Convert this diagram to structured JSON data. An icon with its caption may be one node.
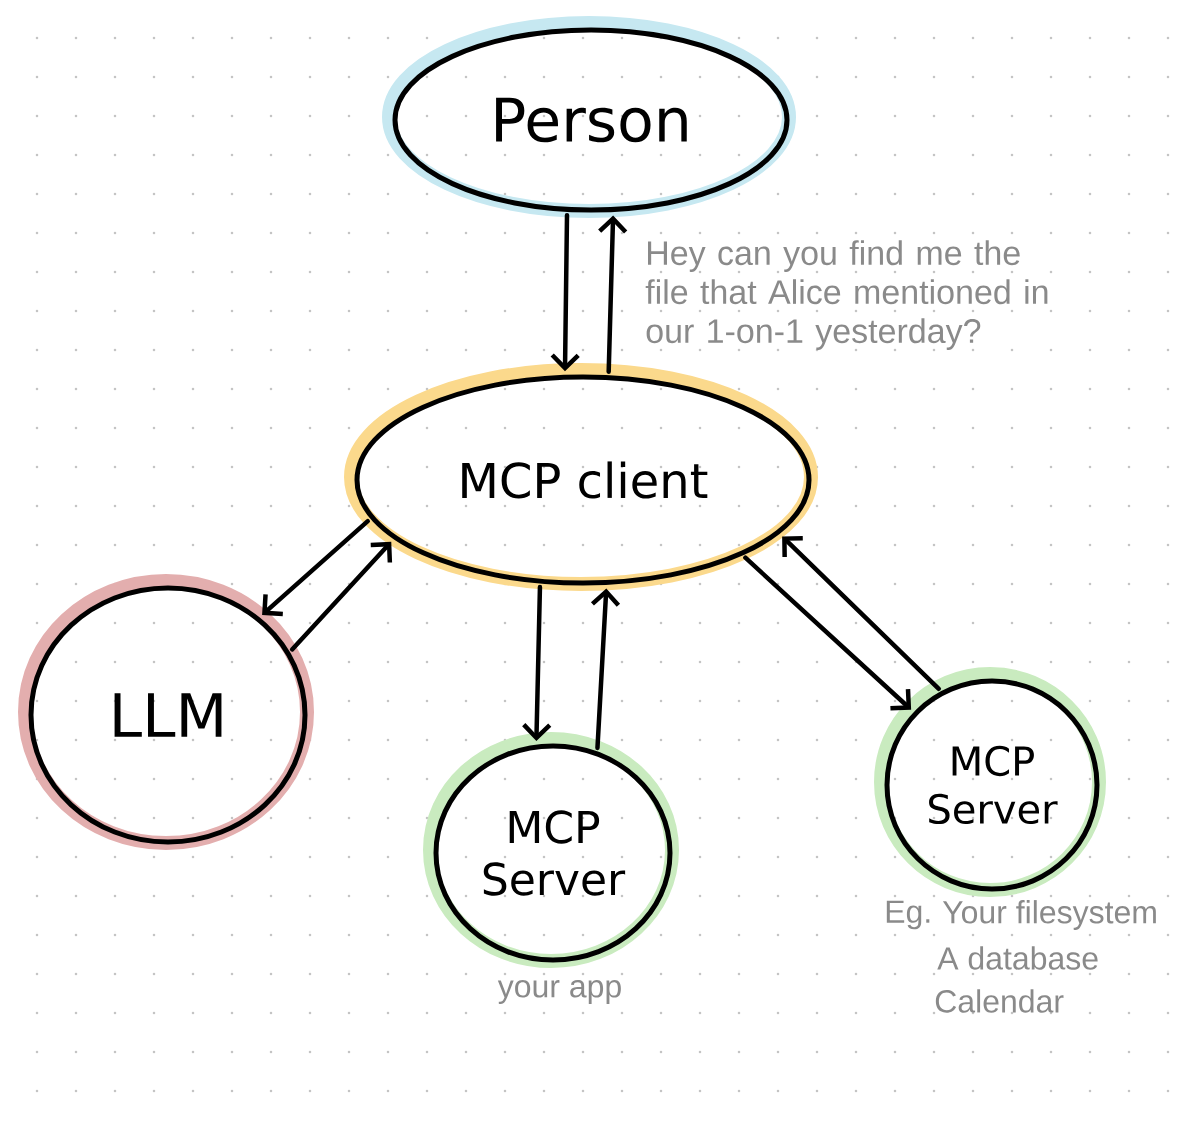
{
  "diagram": {
    "nodes": [
      {
        "text": [
          "Person"
        ]
      },
      {
        "text": [
          "MCP client"
        ]
      },
      {
        "text": [
          "LLM"
        ]
      },
      {
        "text": [
          "MCP Server"
        ],
        "beside": [
          "your app"
        ]
      },
      {
        "text": [
          "MCP Server"
        ],
        "beside": [
          "Eg.",
          "Your filesystem",
          "A database",
          "Calendar"
        ]
      }
    ],
    "edges": [
      {
        "from": 0,
        "to": 1,
        "arrow": "to"
      },
      {
        "from": 1,
        "to": 0,
        "arrow": "to"
      },
      {
        "from": 1,
        "to": 2,
        "arrow": "to"
      },
      {
        "from": 2,
        "to": 1,
        "arrow": "to"
      },
      {
        "from": 1,
        "to": 3,
        "arrow": "to"
      },
      {
        "from": 3,
        "to": 1,
        "arrow": "to"
      },
      {
        "from": 1,
        "to": 4,
        "arrow": "to"
      },
      {
        "from": 4,
        "to": 1,
        "arrow": "to"
      }
    ],
    "labels": [
      "Hey can you find me the file that Alice mentioned in our 1-on-1 yesterday?"
    ]
  }
}
